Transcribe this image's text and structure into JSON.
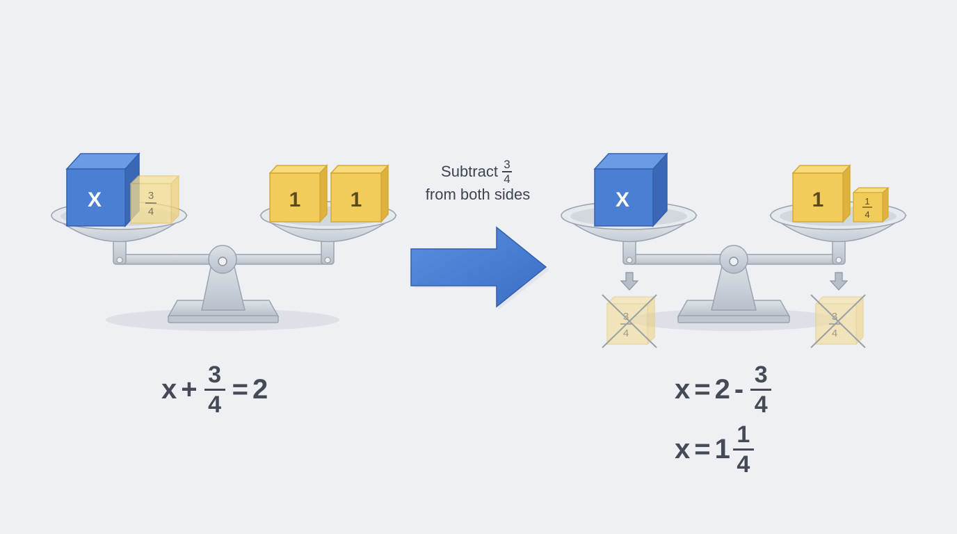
{
  "left": {
    "block_x": "X",
    "block_frac": {
      "num": "3",
      "den": "4"
    },
    "right_blocks": [
      "1",
      "1"
    ],
    "equation": {
      "lhs": "x",
      "plus": "+",
      "frac_num": "3",
      "frac_den": "4",
      "equals": "=",
      "rhs": "2"
    }
  },
  "step": {
    "word": "Subtract",
    "frac_num": "3",
    "frac_den": "4",
    "line2": "from both sides"
  },
  "right": {
    "block_x": "X",
    "block_one": "1",
    "block_small": {
      "num": "1",
      "den": "4"
    },
    "removed_block": {
      "num": "3",
      "den": "4"
    },
    "equation1": {
      "lhs": "x",
      "equals": "=",
      "a": "2",
      "minus": "-",
      "frac_num": "3",
      "frac_den": "4"
    },
    "equation2": {
      "lhs": "x",
      "equals": "=",
      "whole": "1",
      "frac_num": "1",
      "frac_den": "4"
    }
  },
  "colors": {
    "x_block": "#4a7fd4",
    "unit_block": "#f2cc5a",
    "arrow": "#4a7fd4",
    "scale_metal": "#c4cad3"
  },
  "icons": {
    "arrow": "right-arrow-icon",
    "down_arrow": "down-arrow-icon",
    "cross": "cross-out-icon"
  }
}
